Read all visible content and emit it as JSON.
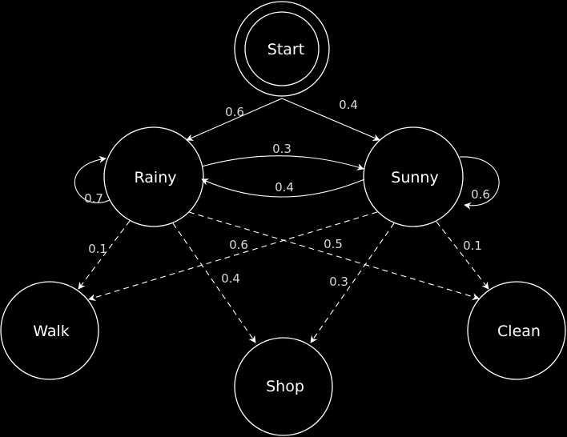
{
  "colors": {
    "background": "#000000",
    "stroke": "#ffffff",
    "label": "#d8d8d8"
  },
  "nodes": {
    "start": "Start",
    "rainy": "Rainy",
    "sunny": "Sunny",
    "walk": "Walk",
    "shop": "Shop",
    "clean": "Clean"
  },
  "edges": {
    "start_rainy": "0.6",
    "start_sunny": "0.4",
    "rainy_sunny": "0.3",
    "sunny_rainy": "0.4",
    "rainy_rainy": "0.7",
    "sunny_sunny": "0.6",
    "rainy_walk": "0.1",
    "rainy_shop": "0.4",
    "rainy_clean": "0.5",
    "sunny_walk": "0.6",
    "sunny_shop": "0.3",
    "sunny_clean": "0.1"
  }
}
